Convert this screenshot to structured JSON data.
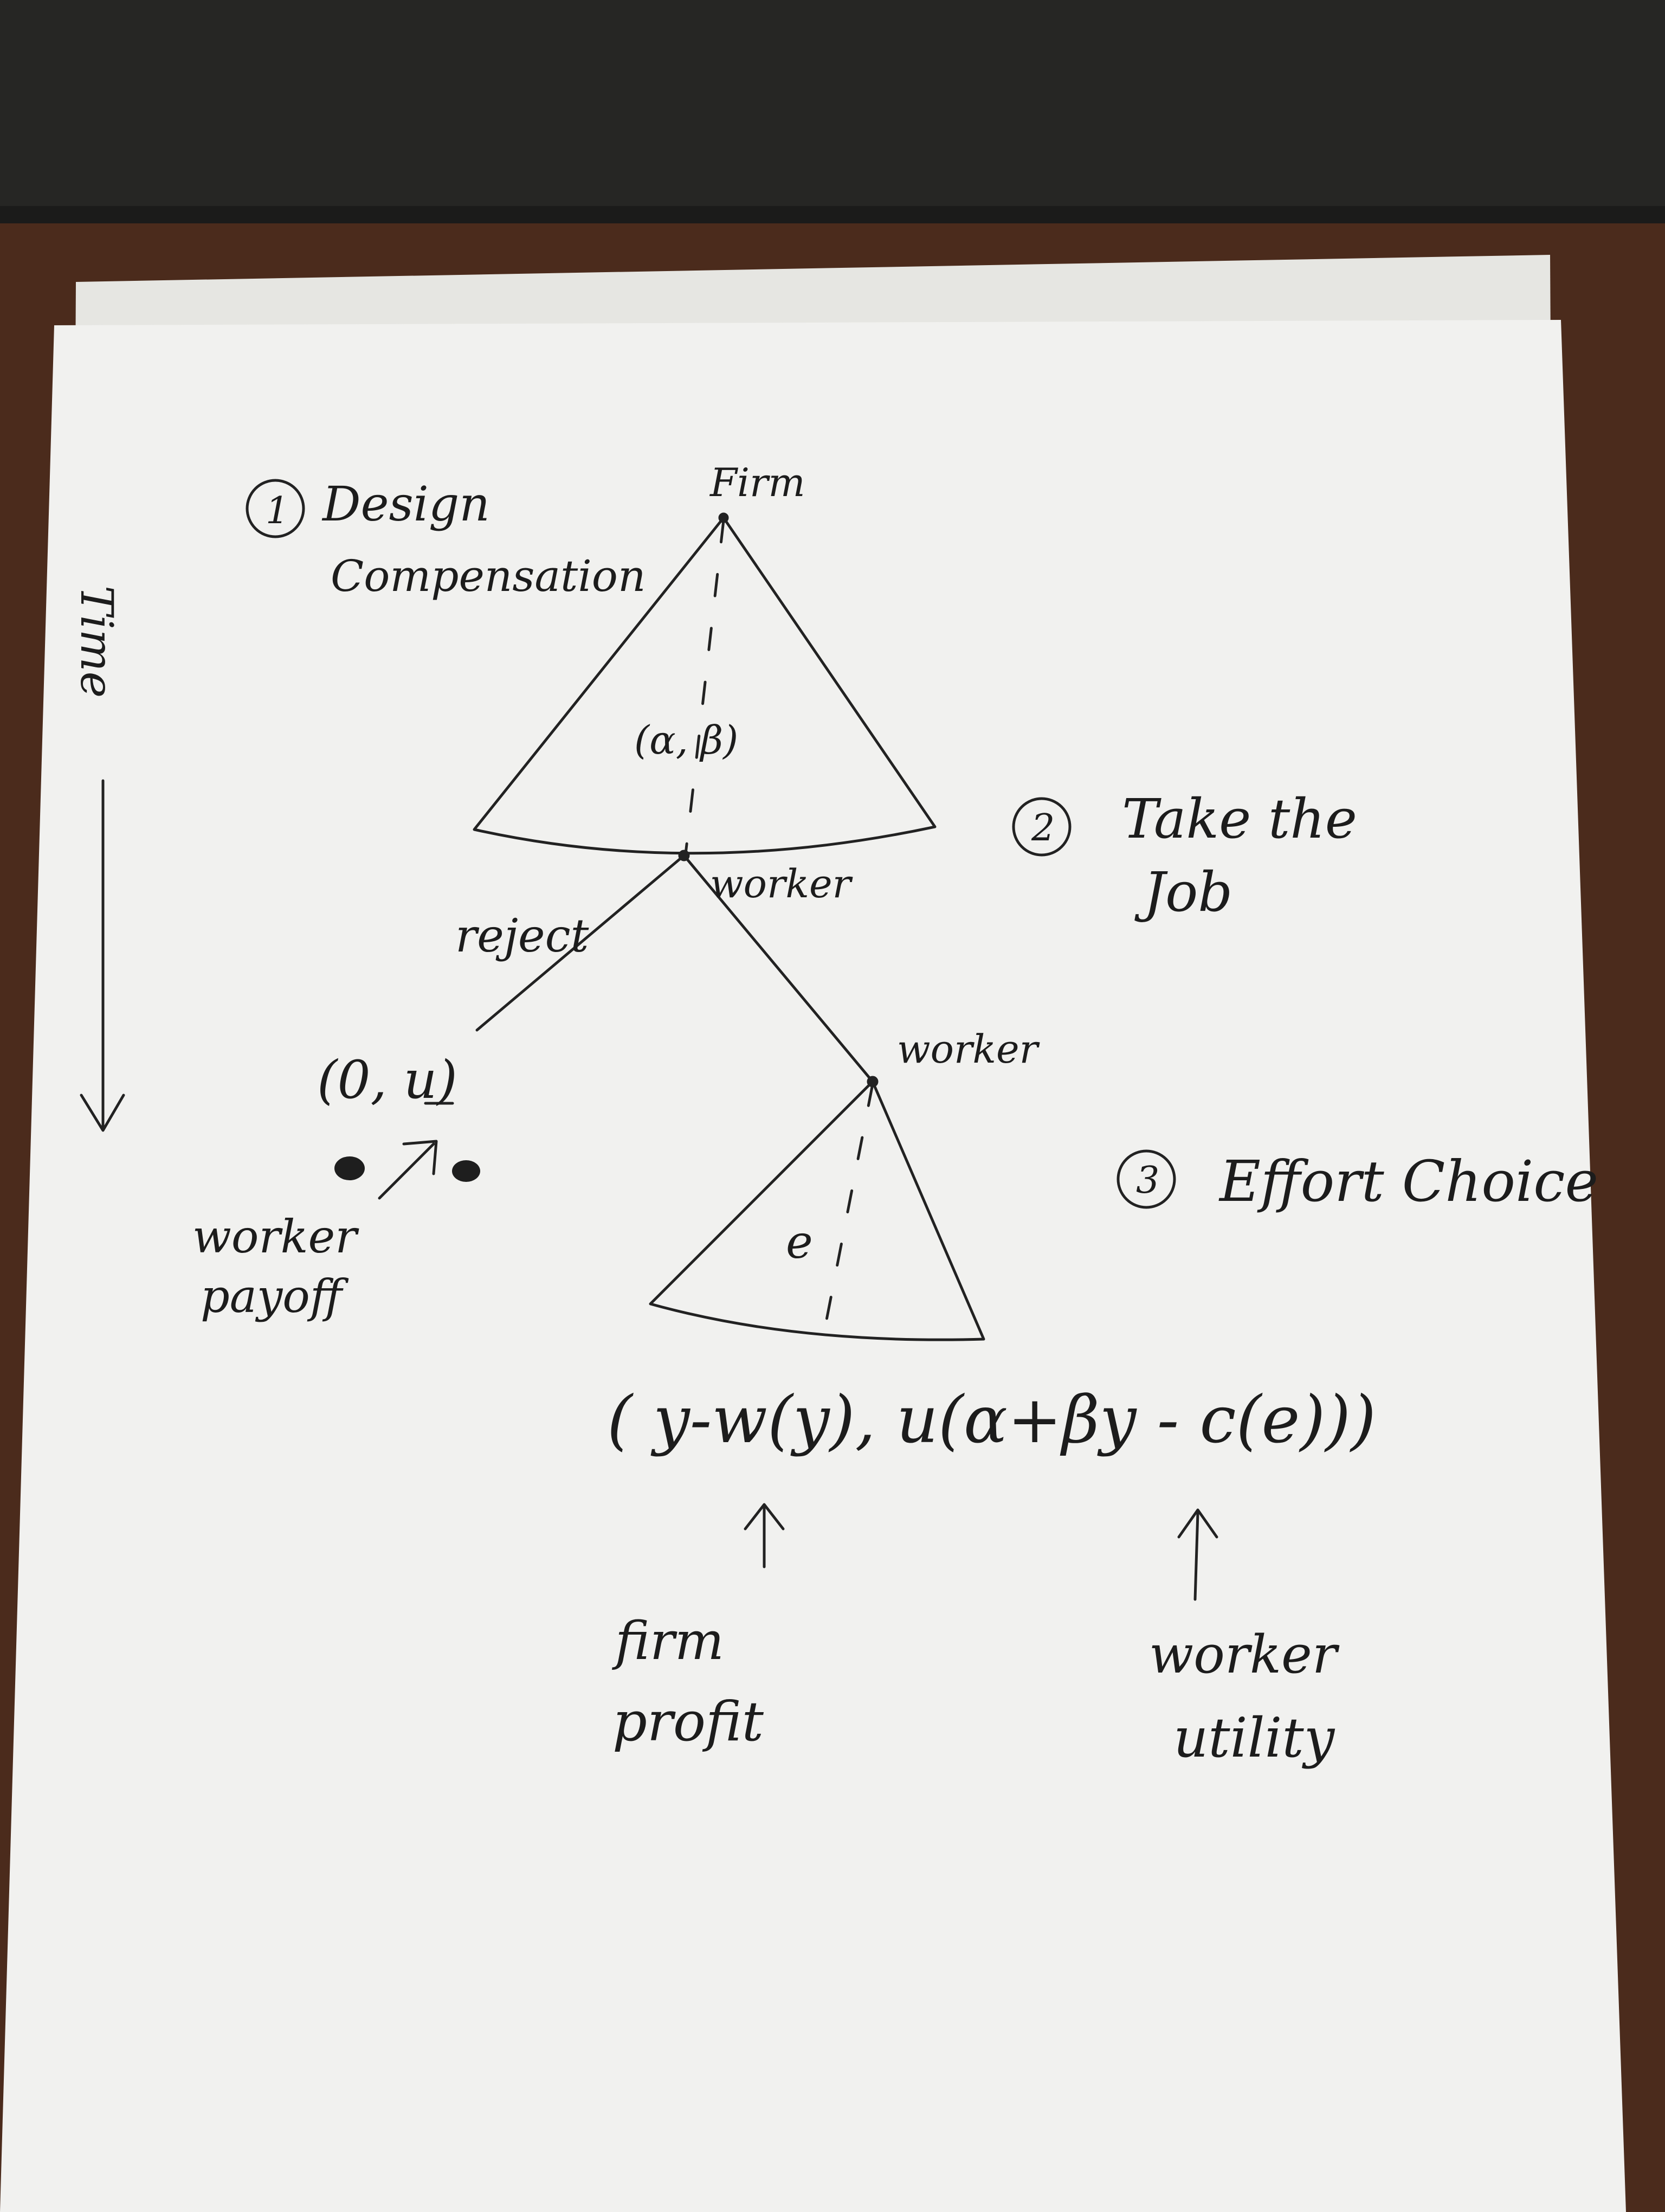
{
  "diagram": {
    "time_label": "Time",
    "stages": [
      {
        "number": "1",
        "label_line1": "Design",
        "label_line2": "Compensation"
      },
      {
        "number": "2",
        "label_line1": "Take the",
        "label_line2": "Job"
      },
      {
        "number": "3",
        "label_line1": "Effort Choice",
        "label_line2": ""
      }
    ],
    "nodes": {
      "firm": "Firm",
      "worker_1": "worker",
      "worker_2": "worker"
    },
    "actions": {
      "firm_choice": "(α, β)",
      "reject": "reject",
      "effort": "e"
    },
    "payoffs": {
      "reject_payoff": "(0, u)",
      "accept_payoff": "( y-w(y), u(α+βy - c(e)))"
    },
    "annotations": {
      "worker_payoff_line1": "worker",
      "worker_payoff_line2": "payoff",
      "firm_profit_line1": "firm",
      "firm_profit_line2": "profit",
      "worker_utility_line1": "worker",
      "worker_utility_line2": "utility"
    }
  }
}
